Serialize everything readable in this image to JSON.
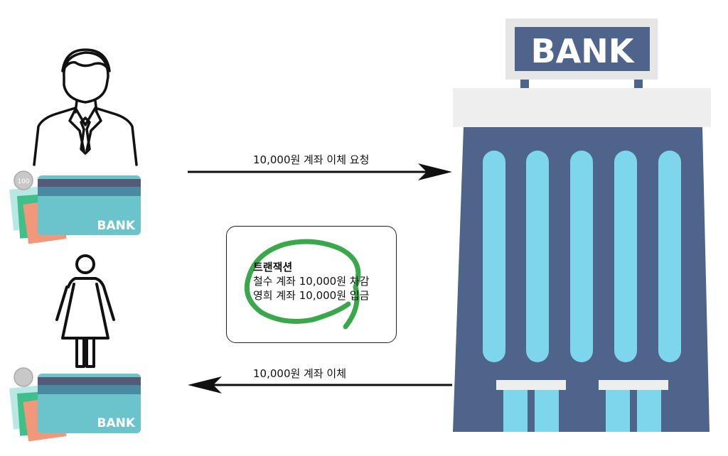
{
  "arrows": {
    "request_label": "10,000원 계좌 이체 요청",
    "response_label": "10,000원 계좌 이체"
  },
  "transaction": {
    "title": "트랜잭션",
    "line1": "철수 계좌 10,000원 차감",
    "line2": "영희 계좌 10,000원 입금"
  },
  "cards": {
    "top_label": "BANK",
    "bottom_label": "BANK",
    "coin_label": "100"
  },
  "bank": {
    "sign": "BANK"
  },
  "colors": {
    "bank_body": "#4f648b",
    "bank_window": "#7ed6ec",
    "bank_roof": "#eeeeee",
    "card": "#6bc4cc",
    "card_stripe_dark": "#555a78",
    "card_stripe": "#4a8aa0",
    "highlight_circle": "#3aa84a"
  }
}
